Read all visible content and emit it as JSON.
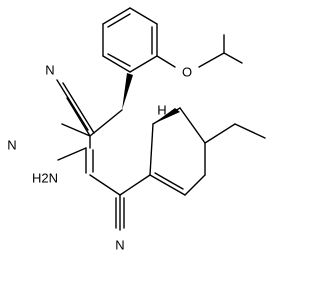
{
  "labels": {
    "oxygen": "O",
    "nitrile_n1": "N",
    "nitrile_n2": "N",
    "nitrile_n3": "N",
    "amino": "H2N",
    "stereo_h": "H"
  }
}
